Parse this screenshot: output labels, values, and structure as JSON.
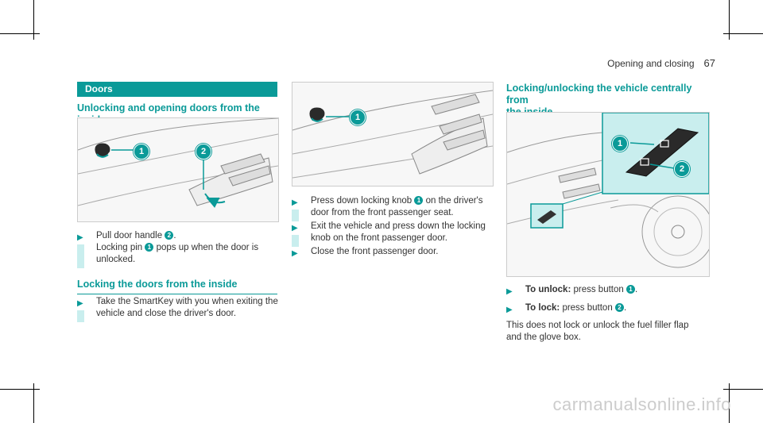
{
  "header": {
    "title": "Opening and closing",
    "page": "67"
  },
  "col1": {
    "banner": "Doors",
    "section1_title": "Unlocking and opening doors from the inside",
    "steps1": [
      {
        "line1": "Pull door handle",
        "line1_num": "2",
        "line1_end": ".",
        "line2_pre": "Locking pin",
        "line2_num": "1",
        "line2_post": "pops up when the door is",
        "line3": "unlocked."
      }
    ],
    "section2_title": "Locking the doors from the inside",
    "step2_line1": "Take the SmartKey with you when exiting the",
    "step2_line2": "vehicle and close the driver's door."
  },
  "col2": {
    "step1_pre": "Press down locking knob",
    "step1_num": "1",
    "step1_post": "on the driver's",
    "step1_line2": "door from the front passenger seat.",
    "step2_line1": "Exit the vehicle and press down the locking",
    "step2_line2": "knob on the front passenger door.",
    "step3": "Close the front passenger door."
  },
  "col3": {
    "section_title_line1": "Locking/unlocking the vehicle centrally from",
    "section_title_line2": "the inside",
    "step1_label": "To unlock:",
    "step1_text": "press button",
    "step1_num": "1",
    "step2_label": "To lock:",
    "step2_text": "press button",
    "step2_num": "2",
    "note_line1": "This does not lock or unlock the fuel filler flap",
    "note_line2": "and the glove box."
  },
  "callouts": {
    "one": "1",
    "two": "2"
  },
  "icons": {
    "step_arrow": "triangle-right-icon"
  },
  "colors": {
    "accent": "#0a9a98",
    "light": "#c9eeee"
  },
  "watermark": "carmanualsonline.info"
}
